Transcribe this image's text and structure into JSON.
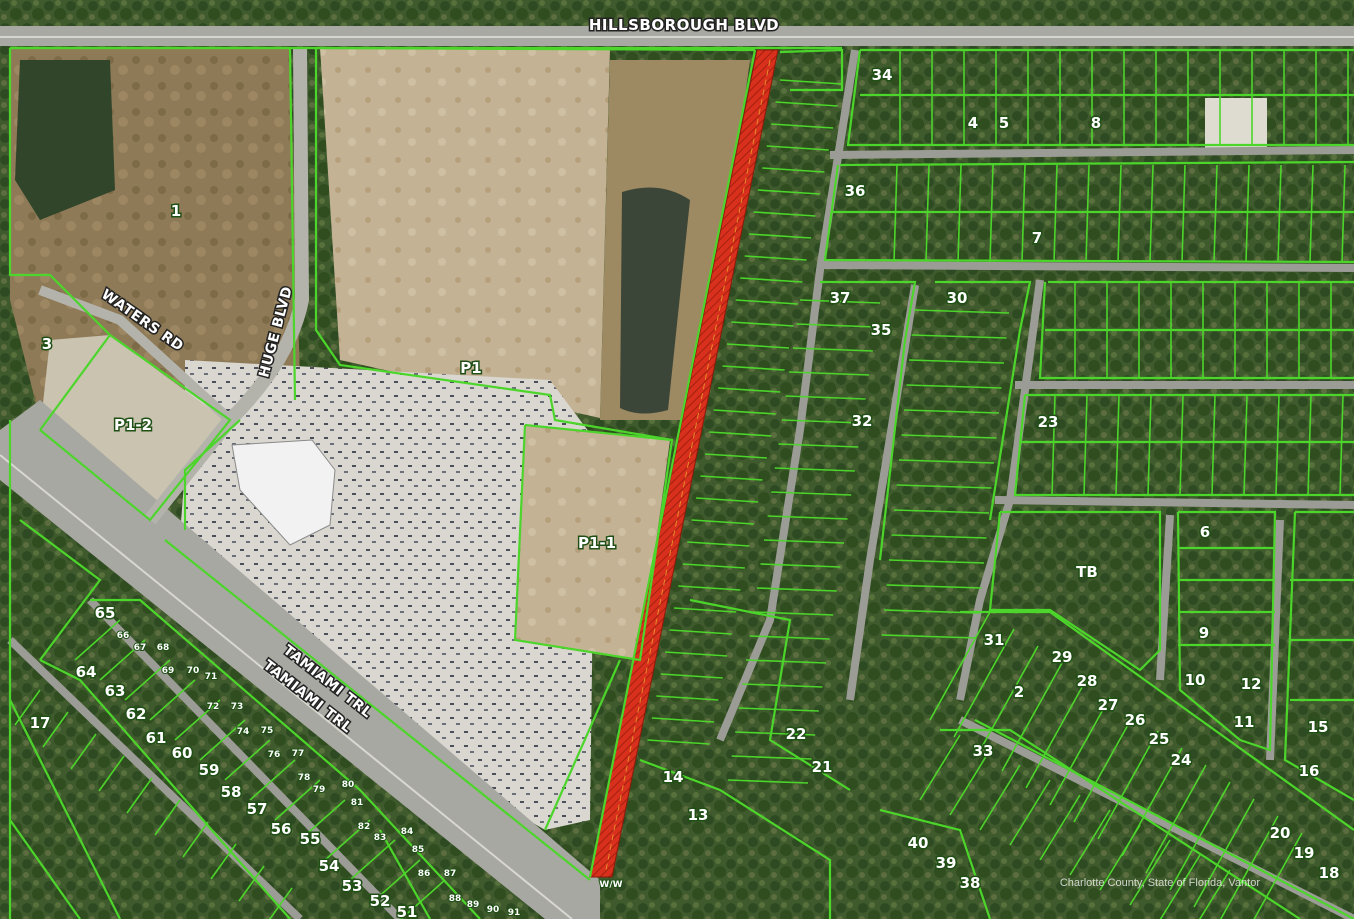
{
  "roads": {
    "hillsborough": "HILLSBOROUGH BLVD",
    "waters": "WATERS RD",
    "huge": "HUGE BLVD",
    "tamiami_1": "TAMIAMI TRL",
    "tamiami_2": "TAMIAMI TRL"
  },
  "parcels": {
    "p1": "P1",
    "p1_1": "P1-1",
    "p1_2": "P1-2",
    "tb": "TB",
    "ww": "W/W",
    "n1": "1",
    "n2": "2",
    "n3": "3",
    "n4": "4",
    "n5": "5",
    "n6": "6",
    "n7": "7",
    "n8": "8",
    "n9": "9",
    "n10": "10",
    "n11": "11",
    "n12": "12",
    "n13": "13",
    "n14": "14",
    "n15": "15",
    "n16": "16",
    "n17": "17",
    "n18": "18",
    "n19": "19",
    "n20": "20",
    "n21": "21",
    "n22": "22",
    "n23": "23",
    "n24": "24",
    "n25": "25",
    "n26": "26",
    "n27": "27",
    "n28": "28",
    "n29": "29",
    "n30": "30",
    "n31": "31",
    "n32": "32",
    "n33": "33",
    "n34": "34",
    "n35": "35",
    "n36": "36",
    "n37": "37",
    "n38": "38",
    "n39": "39",
    "n40": "40",
    "n51": "51",
    "n52": "52",
    "n53": "53",
    "n54": "54",
    "n55": "55",
    "n56": "56",
    "n57": "57",
    "n58": "58",
    "n59": "59",
    "n60": "60",
    "n61": "61",
    "n62": "62",
    "n63": "63",
    "n64": "64",
    "n65": "65",
    "n66": "66",
    "n67": "67",
    "n68": "68",
    "n69": "69",
    "n70": "70",
    "n71": "71",
    "n72": "72",
    "n73": "73",
    "n74": "74",
    "n75": "75",
    "n76": "76",
    "n77": "77",
    "n78": "78",
    "n79": "79",
    "n80": "80",
    "n81": "81",
    "n82": "82",
    "n83": "83",
    "n84": "84",
    "n85": "85",
    "n86": "86",
    "n87": "87",
    "n88": "88",
    "n89": "89",
    "n90": "90",
    "n91": "91"
  },
  "attribution": "Charlotte County, State of Florida, Vantor",
  "colors": {
    "parcel_line": "#4cd52a",
    "highlight_fill": "#d8301c",
    "topbar": "#2f7fbf"
  }
}
